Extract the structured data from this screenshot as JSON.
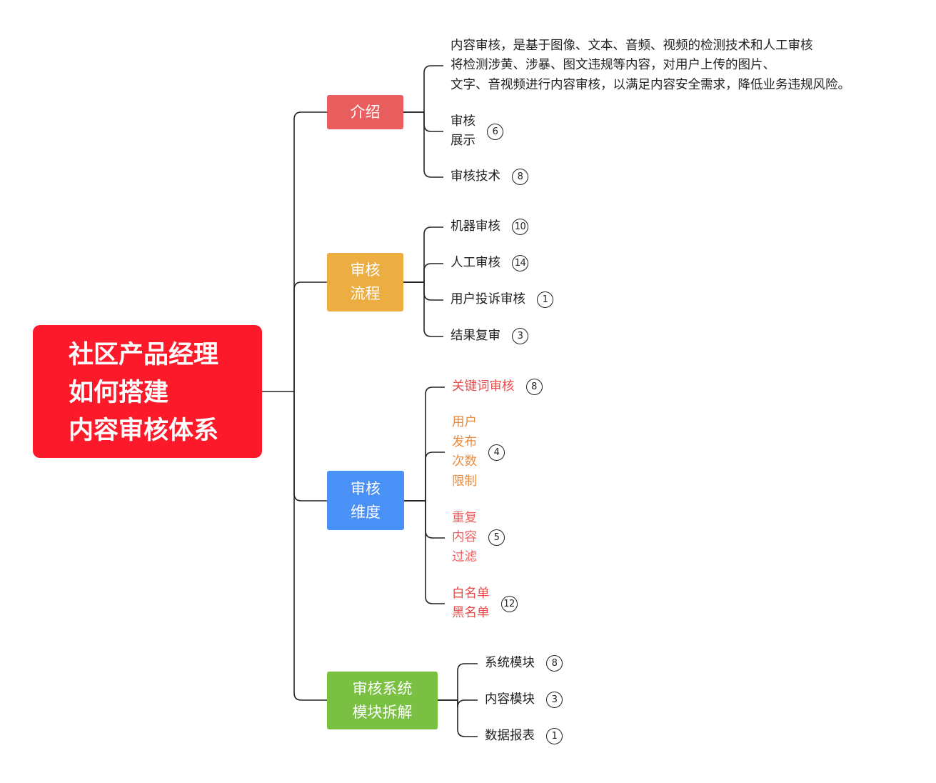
{
  "root": {
    "lines": [
      "社区产品经理",
      "如何搭建",
      "内容审核体系"
    ],
    "color": "#fc1a2a"
  },
  "branches": [
    {
      "id": "intro",
      "lines": [
        "介绍"
      ],
      "color": "#e85d5d",
      "children": [
        {
          "lines": [
            "内容审核，是基于图像、文本、音频、视频的检测技术和人工审核",
            "将检测涉黄、涉暴、图文违规等内容，对用户上传的图片、",
            "文字、音视频进行内容审核，以满足内容安全需求，降低业务违规风险。"
          ],
          "color": "#222222",
          "badge": ""
        },
        {
          "lines": [
            "审核",
            "展示"
          ],
          "color": "#222222",
          "badge": "6"
        },
        {
          "lines": [
            "审核技术"
          ],
          "color": "#222222",
          "badge": "8"
        }
      ]
    },
    {
      "id": "process",
      "lines": [
        "审核",
        "流程"
      ],
      "color": "#ecae42",
      "children": [
        {
          "lines": [
            "机器审核"
          ],
          "color": "#222222",
          "badge": "10"
        },
        {
          "lines": [
            "人工审核"
          ],
          "color": "#222222",
          "badge": "14"
        },
        {
          "lines": [
            "用户投诉审核"
          ],
          "color": "#222222",
          "badge": "1"
        },
        {
          "lines": [
            "结果复审"
          ],
          "color": "#222222",
          "badge": "3"
        }
      ]
    },
    {
      "id": "dimension",
      "lines": [
        "审核",
        "维度"
      ],
      "color": "#4a91f7",
      "children": [
        {
          "lines": [
            "关键词审核"
          ],
          "color": "#e94b4b",
          "badge": "8"
        },
        {
          "lines": [
            "用户",
            "发布",
            "次数",
            "限制"
          ],
          "color": "#e98b3e",
          "badge": "4"
        },
        {
          "lines": [
            "重复",
            "内容",
            "过滤"
          ],
          "color": "#ea6060",
          "badge": "5"
        },
        {
          "lines": [
            "白名单",
            "黑名单"
          ],
          "color": "#e94b4b",
          "badge": "12"
        }
      ]
    },
    {
      "id": "modules",
      "lines": [
        "审核系统",
        "模块拆解"
      ],
      "color": "#7ac143",
      "children": [
        {
          "lines": [
            "系统模块"
          ],
          "color": "#222222",
          "badge": "8"
        },
        {
          "lines": [
            "内容模块"
          ],
          "color": "#222222",
          "badge": "3"
        },
        {
          "lines": [
            "数据报表"
          ],
          "color": "#222222",
          "badge": "1"
        }
      ]
    }
  ]
}
